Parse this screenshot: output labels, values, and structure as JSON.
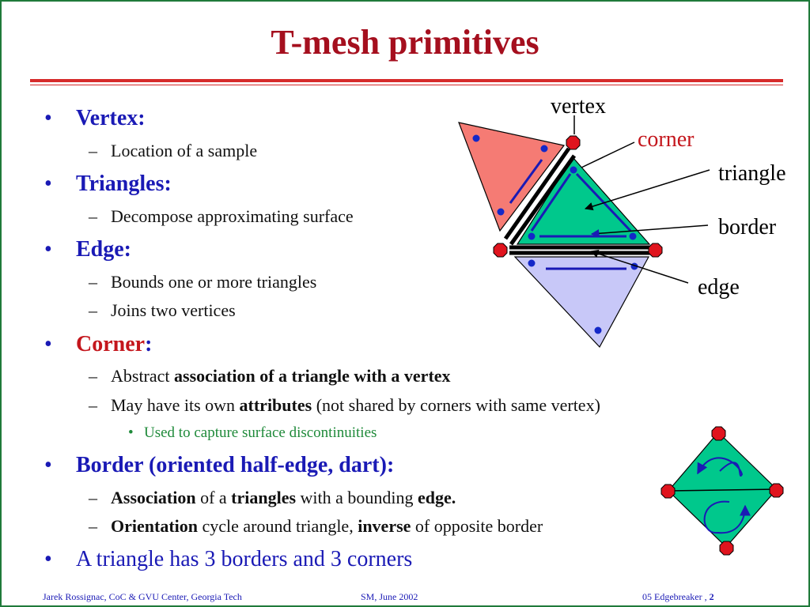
{
  "title": "T-mesh primitives",
  "bullet_glyph": "•",
  "dash_glyph": "–",
  "bullets": {
    "vertex": {
      "label": "Vertex:",
      "sub1": "Location of a sample"
    },
    "triangles": {
      "label": "Triangles:",
      "sub1": "Decompose approximating surface"
    },
    "edge": {
      "label": "Edge:",
      "sub1": "Bounds one or more triangles",
      "sub2": "Joins two vertices"
    },
    "corner": {
      "label": "Corner",
      "colon": ":",
      "sub1": {
        "pre": "Abstract ",
        "bold": "association of a triangle with a vertex"
      },
      "sub2": {
        "pre": "May have its own ",
        "bold": "attributes",
        "post": " (not shared by corners with same vertex)"
      },
      "sub2_child": "Used to capture surface discontinuities"
    },
    "border": {
      "label": "Border (oriented half-edge, dart):",
      "sub1": {
        "b1": "Association",
        "t1": " of a ",
        "b2": "triangles",
        "t2": " with a bounding ",
        "b3": "edge."
      },
      "sub2": {
        "b1": "Orientation",
        "t1": " cycle around triangle, ",
        "b2": "inverse",
        "t2": " of opposite border"
      }
    },
    "summary": "A triangle has 3 borders and 3 corners"
  },
  "diagram": {
    "labels": {
      "vertex": "vertex",
      "corner": "corner",
      "triangle": "triangle",
      "border": "border",
      "edge": "edge"
    },
    "colors": {
      "red_tri": "#f57b74",
      "green_tri": "#00c88c",
      "blue_tri": "#c8c8f8",
      "vertex": "#e0141e",
      "corner_dot": "#1428c8",
      "accent_red": "#c4161c"
    }
  },
  "footer": {
    "left": "Jarek Rossignac, CoC & GVU Center, Georgia Tech",
    "center": "SM, June 2002",
    "right_pre": "05 Edgebreaker , ",
    "right_num": "2"
  }
}
